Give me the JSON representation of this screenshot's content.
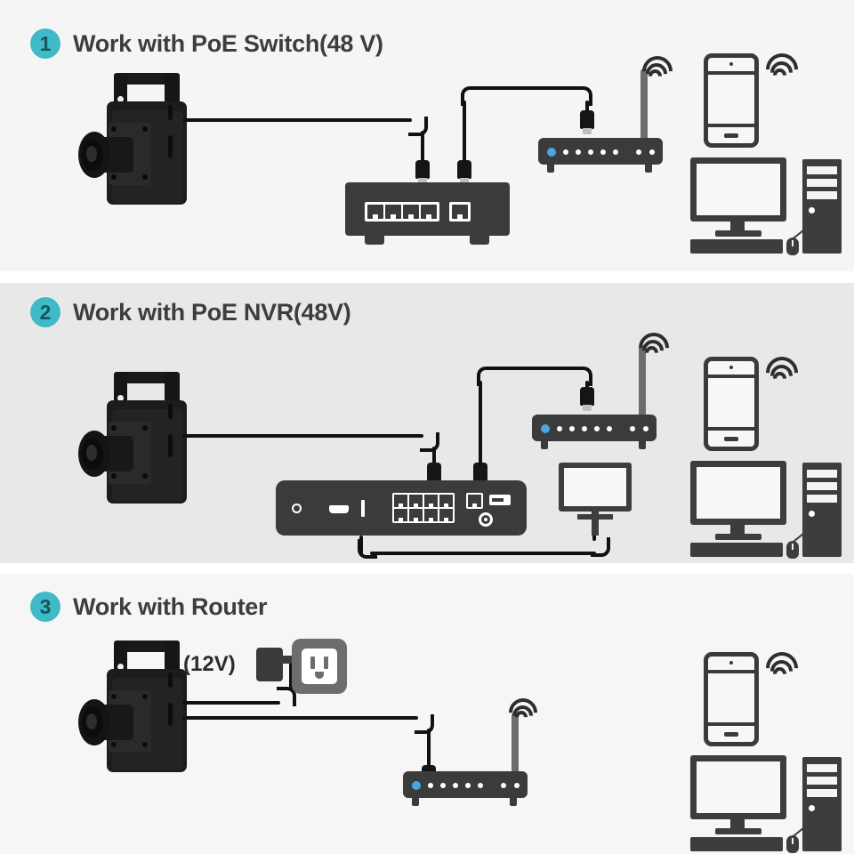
{
  "page": {
    "title": "IP Camera Connection Diagram",
    "background": "#ffffff"
  },
  "colors": {
    "badge": "#3fbac6",
    "badge_text": "#17555c",
    "heading_text": "#3d3d3d",
    "device_dark": "#3b3b3b",
    "router_led": "#4aa6e0",
    "cable": "#111111",
    "outlet_gray": "#6d6d6d",
    "section1_bg": "#f5f5f5",
    "section2_bg": "#e8e8e8",
    "section3_bg": "#f6f6f6"
  },
  "sections": [
    {
      "number": "1",
      "title": "Work with PoE Switch(48 V)",
      "devices": [
        {
          "name": "ip-camera",
          "label": "IP Camera"
        },
        {
          "name": "poe-switch",
          "label": "PoE Switch",
          "ports": 5
        },
        {
          "name": "wifi-router",
          "label": "Router"
        },
        {
          "name": "smartphone",
          "label": "Smartphone"
        },
        {
          "name": "desktop-pc",
          "label": "PC"
        }
      ]
    },
    {
      "number": "2",
      "title": "Work with PoE NVR(48V)",
      "devices": [
        {
          "name": "ip-camera",
          "label": "IP Camera"
        },
        {
          "name": "poe-nvr",
          "label": "PoE NVR",
          "ports": 8
        },
        {
          "name": "wifi-router",
          "label": "Router"
        },
        {
          "name": "monitor-tv",
          "label": "Monitor"
        },
        {
          "name": "smartphone",
          "label": "Smartphone"
        },
        {
          "name": "desktop-pc",
          "label": "PC"
        }
      ]
    },
    {
      "number": "3",
      "title": "Work with Router",
      "power_label": "(12V)",
      "devices": [
        {
          "name": "ip-camera",
          "label": "IP Camera"
        },
        {
          "name": "power-adapter",
          "label": "Power Adapter"
        },
        {
          "name": "wall-outlet",
          "label": "Wall Outlet"
        },
        {
          "name": "wifi-router",
          "label": "Router"
        },
        {
          "name": "smartphone",
          "label": "Smartphone"
        },
        {
          "name": "desktop-pc",
          "label": "PC"
        }
      ]
    }
  ],
  "icons": {
    "wifi": "wifi-waves-icon",
    "ethernet_plug": "rj45-plug-icon",
    "outlet": "wall-outlet-icon"
  }
}
